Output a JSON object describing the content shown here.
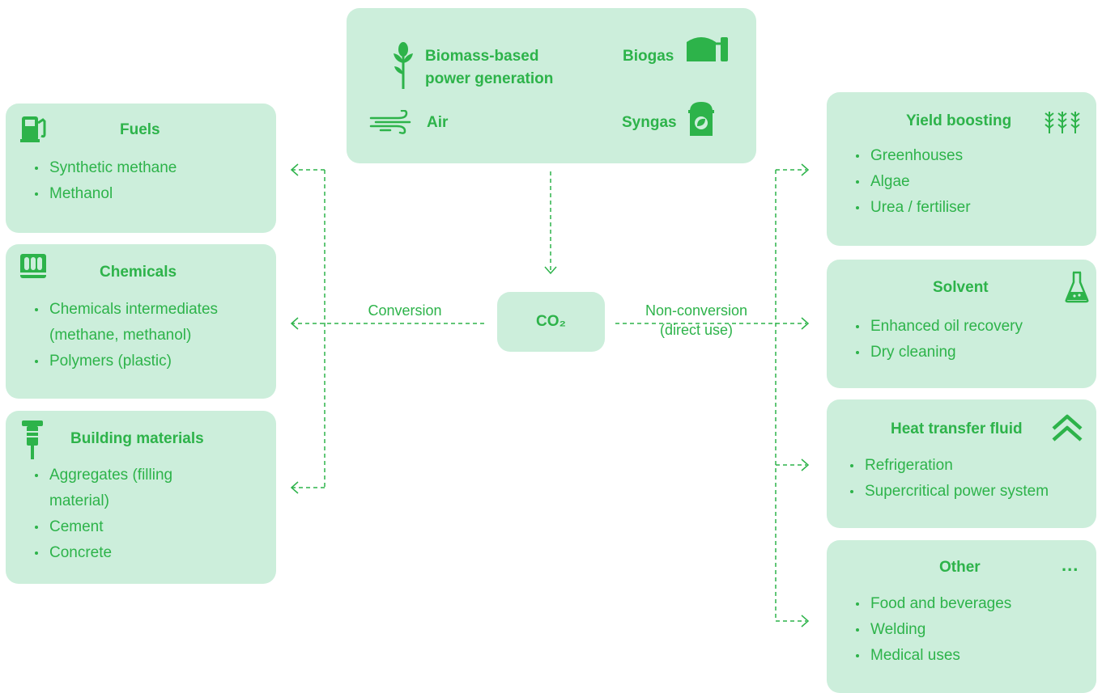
{
  "sources": {
    "biomass": "Biomass-based power generation",
    "biomass_line1": "Biomass-based",
    "biomass_line2": "power generation",
    "biogas": "Biogas",
    "air": "Air",
    "syngas": "Syngas"
  },
  "center": {
    "label": "CO₂"
  },
  "conversion": {
    "label": "Conversion"
  },
  "non_conversion": {
    "line1": "Non-conversion",
    "line2": "(direct use)"
  },
  "left_boxes": {
    "fuels": {
      "title": "Fuels",
      "items": [
        "Synthetic methane",
        "Methanol"
      ]
    },
    "chemicals": {
      "title": "Chemicals",
      "items": [
        "Chemicals intermediates",
        "(methane, methanol)",
        "Polymers (plastic)"
      ]
    },
    "building": {
      "title": "Building materials",
      "items": [
        "Aggregates (filling",
        "material)",
        "Cement",
        "Concrete"
      ]
    }
  },
  "right_boxes": {
    "yield": {
      "title": "Yield boosting",
      "items": [
        "Greenhouses",
        "Algae",
        "Urea / fertiliser"
      ]
    },
    "solvent": {
      "title": "Solvent",
      "items": [
        "Enhanced oil recovery",
        "Dry cleaning"
      ]
    },
    "heat": {
      "title": "Heat transfer fluid",
      "items": [
        "Refrigeration",
        "Supercritical power system"
      ]
    },
    "other": {
      "title": "Other",
      "items": [
        "Food and beverages",
        "Welding",
        "Medical uses"
      ],
      "ellipsis": "..."
    }
  },
  "colors": {
    "box_fill": "#cceedb",
    "accent": "#2db34a"
  },
  "icons": [
    "fuel-pump-icon",
    "test-tubes-icon",
    "jackhammer-icon",
    "plant-icon",
    "biogas-tank-icon",
    "wind-icon",
    "syngas-canister-icon",
    "wheat-icon",
    "flask-icon",
    "chevrons-up-icon",
    "ellipsis-icon"
  ]
}
